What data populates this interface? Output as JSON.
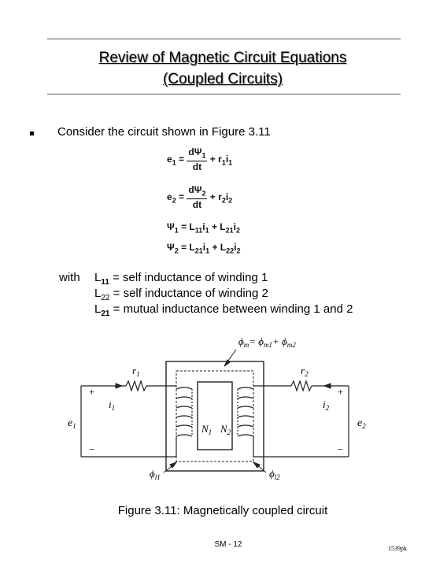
{
  "slide": {
    "title_line1": "Review of Magnetic Circuit Equations",
    "title_line2": "(Coupled Circuits)",
    "bullet_text": "Consider the circuit shown in Figure 3.11",
    "with_word": "with",
    "definitions": [
      {
        "sym": "L",
        "sub": "11",
        "text": " = self inductance of winding 1"
      },
      {
        "sym": "L",
        "sub": "22",
        "text": " = self inductance of winding 2"
      },
      {
        "sym": "L",
        "sub": "21",
        "text": " = mutual inductance between winding 1 and 2"
      }
    ],
    "caption_bold": "Figure 3.11",
    "caption_rest": ": Magnetically coupled circuit",
    "footer": "SM - 12",
    "footnote": "1539pk"
  },
  "equations": {
    "e1": {
      "lhs": "e",
      "lhs_sub": "1",
      "num": "dΨ",
      "num_sub": "1",
      "den": "dt",
      "tail": "+ r",
      "tail_sub": "1",
      "tail2": "i",
      "tail2_sub": "1"
    },
    "e2": {
      "lhs": "e",
      "lhs_sub": "2",
      "num": "dΨ",
      "num_sub": "2",
      "den": "dt",
      "tail": "+ r",
      "tail_sub": "2",
      "tail2": "i",
      "tail2_sub": "2"
    },
    "psi1": {
      "text": "Ψ",
      "sub": "1",
      "rhs": "= L",
      "a": "11",
      "b": "i",
      "c": "1",
      "plus": "+ L",
      "d": "21",
      "e": "i",
      "f": "2"
    },
    "psi2": {
      "text": "Ψ",
      "sub": "2",
      "rhs": "= L",
      "a": "21",
      "b": "i",
      "c": "1",
      "plus": "+ L",
      "d": "22",
      "e": "i",
      "f": "2"
    }
  },
  "figure": {
    "phi_m": "ϕ",
    "phi_m_sub": "m",
    "phi_m_rhs": "= ϕ",
    "phi_m1_sub": "m1",
    "phi_plus": "+ ϕ",
    "phi_m2_sub": "m2",
    "r1": "r",
    "r1_sub": "1",
    "r2": "r",
    "r2_sub": "2",
    "i1": "i",
    "i1_sub": "1",
    "i2": "i",
    "i2_sub": "2",
    "e1": "e",
    "e1_sub": "1",
    "e2": "e",
    "e2_sub": "2",
    "N1": "N",
    "N1_sub": "1",
    "N2": "N",
    "N2_sub": "2",
    "phi_l1": "ϕ",
    "phi_l1_sub": "l1",
    "phi_l2": "ϕ",
    "phi_l2_sub": "l2",
    "plus": "+",
    "minus": "−"
  }
}
